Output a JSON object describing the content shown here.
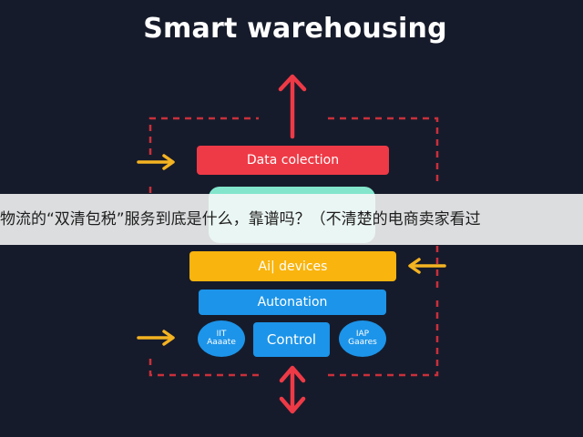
{
  "diagram": {
    "title": "Smart warehousing",
    "layers": {
      "data_collection": "Data colection",
      "green_layer": "",
      "ai_devices": "Ai| devices",
      "automation": "Autonation",
      "control": "Control",
      "left_circle": "IIT\nAaaate",
      "right_circle": "IAP\nGaares"
    }
  },
  "overlay": {
    "caption": "物流的“双清包税”服务到底是什么，靠谱吗？（不清楚的电商卖家看过"
  },
  "colors": {
    "background": "#161b2b",
    "red": "#ee3a46",
    "green": "#83e6cc",
    "yellow": "#f9b40d",
    "blue": "#1c94e9",
    "dashed_line": "#c9303b",
    "side_arrow": "#f4b321"
  }
}
